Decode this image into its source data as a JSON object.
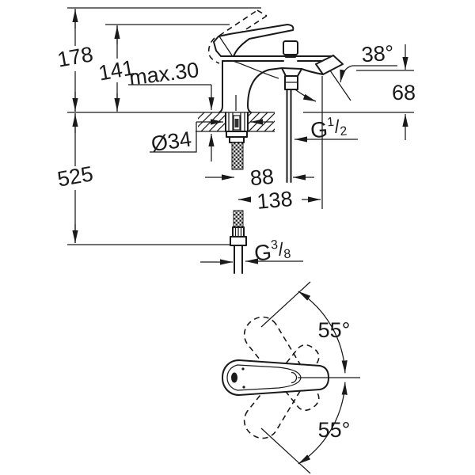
{
  "labels": {
    "total_height": "178",
    "spout_height": "141",
    "deck_thickness": "max.30",
    "hole_diameter": "Ø34",
    "hose_length": "525",
    "spout_angle": "38°",
    "outlet_height": "68",
    "outlet_offset": "88",
    "spout_reach": "138",
    "shower_thread": {
      "symbol": "G",
      "numerator": "1",
      "slash": "/",
      "denominator": "2"
    },
    "supply_thread": {
      "symbol": "G",
      "numerator": "3",
      "slash": "/",
      "denominator": "8"
    },
    "handle_swing_upper": "55°",
    "handle_swing_lower": "55°"
  },
  "colors": {
    "line": "#1a1a1a",
    "background": "#ffffff"
  }
}
